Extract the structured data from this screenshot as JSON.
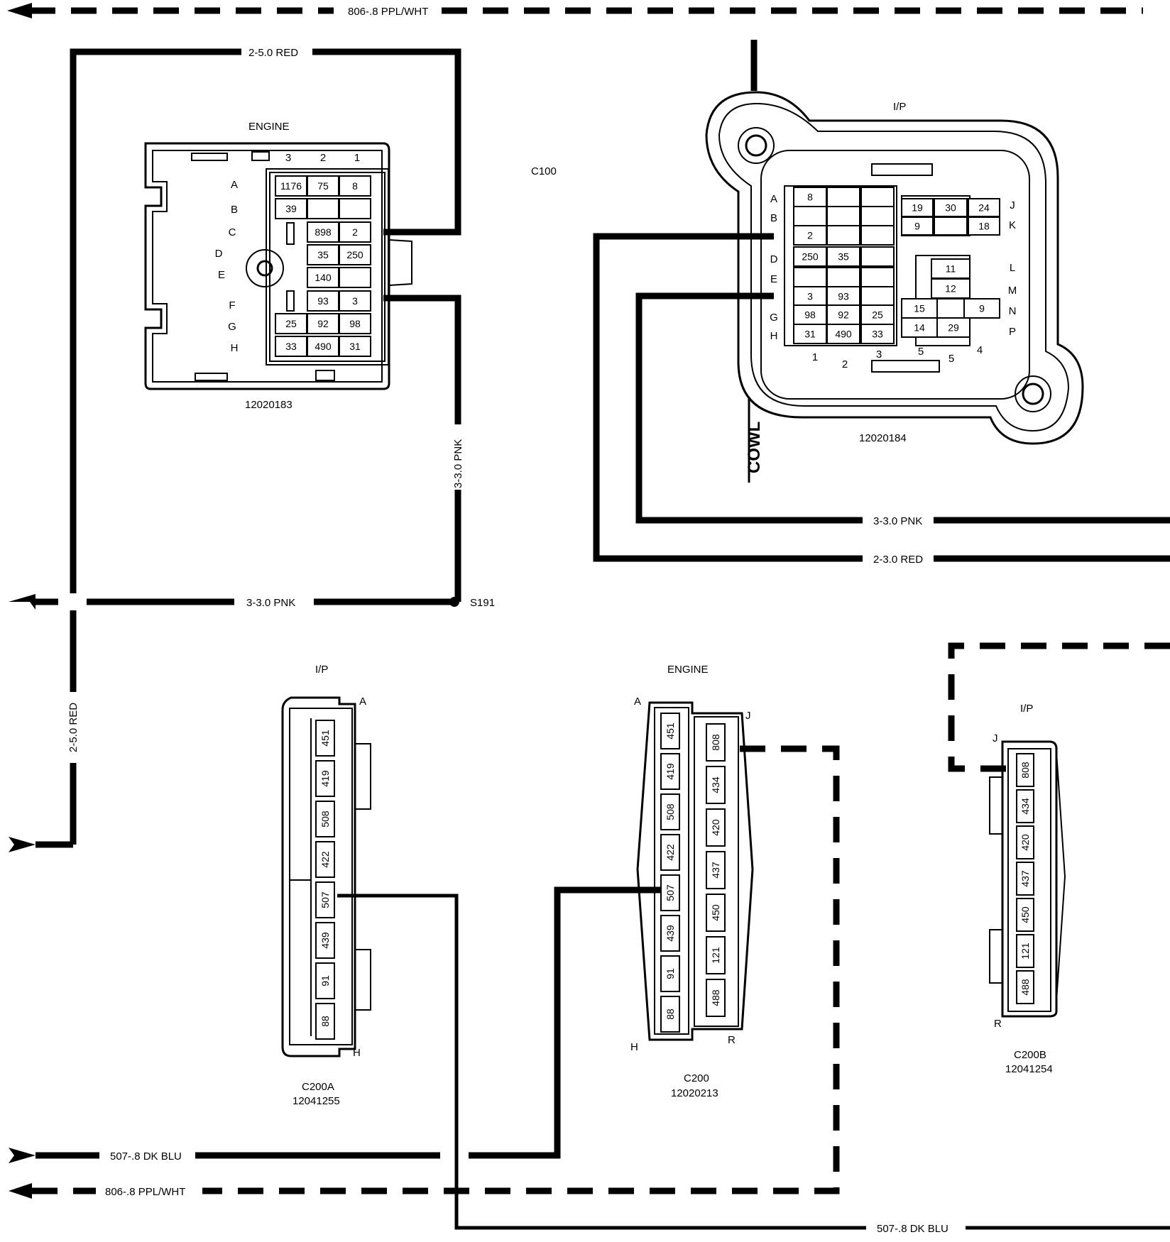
{
  "wires": {
    "top_dashed": "806-.8 PPL/WHT",
    "red_top": "2-5.0 RED",
    "pnk_vertical": "3-3.0 PNK",
    "pnk_s191": "3-3.0 PNK",
    "red_left": "2-5.0 RED",
    "pnk_right": "3-3.0 PNK",
    "red_right": "2-3.0 RED",
    "dkblu_left": "507-.8 DK BLU",
    "pplwht_bottom": "806-.8 PPL/WHT",
    "dkblu_bottom": "507-.8 DK BLU"
  },
  "splice": {
    "label": "S191"
  },
  "c100": {
    "id": "C100",
    "engine": {
      "side": "ENGINE",
      "part": "12020183",
      "columns": [
        "3",
        "2",
        "1"
      ],
      "rows": [
        "A",
        "B",
        "C",
        "D",
        "E",
        "F",
        "G",
        "H"
      ],
      "cells": [
        [
          "1176",
          "75",
          "8"
        ],
        [
          "39",
          "",
          ""
        ],
        [
          "898",
          "2"
        ],
        [
          "35",
          "250"
        ],
        [
          "140",
          ""
        ],
        [
          "93",
          "3"
        ],
        [
          "25",
          "92",
          "98"
        ],
        [
          "33",
          "490",
          "31"
        ]
      ]
    },
    "ip": {
      "side": "I/P",
      "part": "12020184",
      "left_rows": [
        "A",
        "B",
        "D",
        "E",
        "G",
        "H"
      ],
      "right_rows": [
        "J",
        "K",
        "L",
        "M",
        "N",
        "P"
      ],
      "bottom_nums": [
        "1",
        "2",
        "3",
        "5",
        "5",
        "4"
      ],
      "cells": {
        "A": "8",
        "C": "2",
        "D1": "250",
        "D2": "35",
        "F1": "3",
        "F2": "93",
        "G1": "98",
        "G2": "92",
        "G3": "25",
        "H1": "31",
        "H2": "490",
        "H3": "33",
        "J1": "19",
        "J2": "30",
        "J3": "24",
        "K1": "9",
        "K3": "18",
        "L": "11",
        "M": "12",
        "N1": "15",
        "N2": "9",
        "P1": "14",
        "P2": "29"
      },
      "cowl": "COWL"
    }
  },
  "c200a": {
    "side": "I/P",
    "id": "C200A",
    "part": "12041255",
    "top_pin": "A",
    "bottom_pin": "H",
    "cavities": [
      "451",
      "419",
      "508",
      "422",
      "507",
      "439",
      "91",
      "88"
    ]
  },
  "c200": {
    "side": "ENGINE",
    "id": "C200",
    "part": "12020213",
    "pin_a": "A",
    "pin_j": "J",
    "pin_h": "H",
    "pin_r": "R",
    "left_cavities": [
      "451",
      "419",
      "508",
      "422",
      "507",
      "439",
      "91",
      "88"
    ],
    "right_cavities": [
      "808",
      "434",
      "420",
      "437",
      "450",
      "121",
      "488"
    ]
  },
  "c200b": {
    "side": "I/P",
    "id": "C200B",
    "part": "12041254",
    "pin_j": "J",
    "pin_r": "R",
    "cavities": [
      "808",
      "434",
      "420",
      "437",
      "450",
      "121",
      "488"
    ]
  }
}
